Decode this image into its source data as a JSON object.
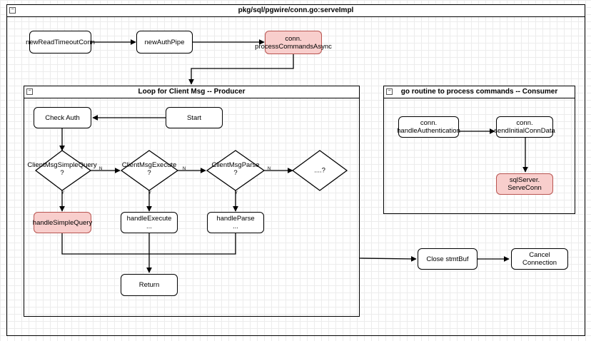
{
  "outer_title": "pkg/sql/pgwire/conn.go:serveImpl",
  "producer_title": "Loop for Client Msg -- Producer",
  "consumer_title": "go routine to process commands -- Consumer",
  "collapse_glyph": "−",
  "nodes": {
    "new_read_timeout": "newReadTimeoutConn",
    "new_auth_pipe": "newAuthPipe",
    "process_commands_async": "conn.\nprocessCommandsAsync",
    "check_auth": "Check Auth",
    "start": "Start",
    "decision_simple_query": "ClientMsgSimpleQuery\n?",
    "decision_execute": "ClientMsgExecute\n?",
    "decision_parse": "ClientMsgParse\n?",
    "decision_more": "....?",
    "handle_simple_query": "handleSimpleQuery",
    "handle_execute": "handleExecute\n...",
    "handle_parse": "handleParse\n...",
    "return": "Return",
    "handle_authentication": "conn.\nhandleAuthentication",
    "send_initial_conn_data": "conn.\nsendInitialConnData",
    "serve_conn": "sqlServer.\nServeConn",
    "close_stmt_buf": "Close stmtBuf",
    "cancel_connection": "Cancel\nConnection"
  },
  "edge_labels": {
    "no": "N",
    "yes": "Y"
  },
  "colors": {
    "highlight_fill": "#f8cecc",
    "highlight_stroke": "#b85450"
  }
}
